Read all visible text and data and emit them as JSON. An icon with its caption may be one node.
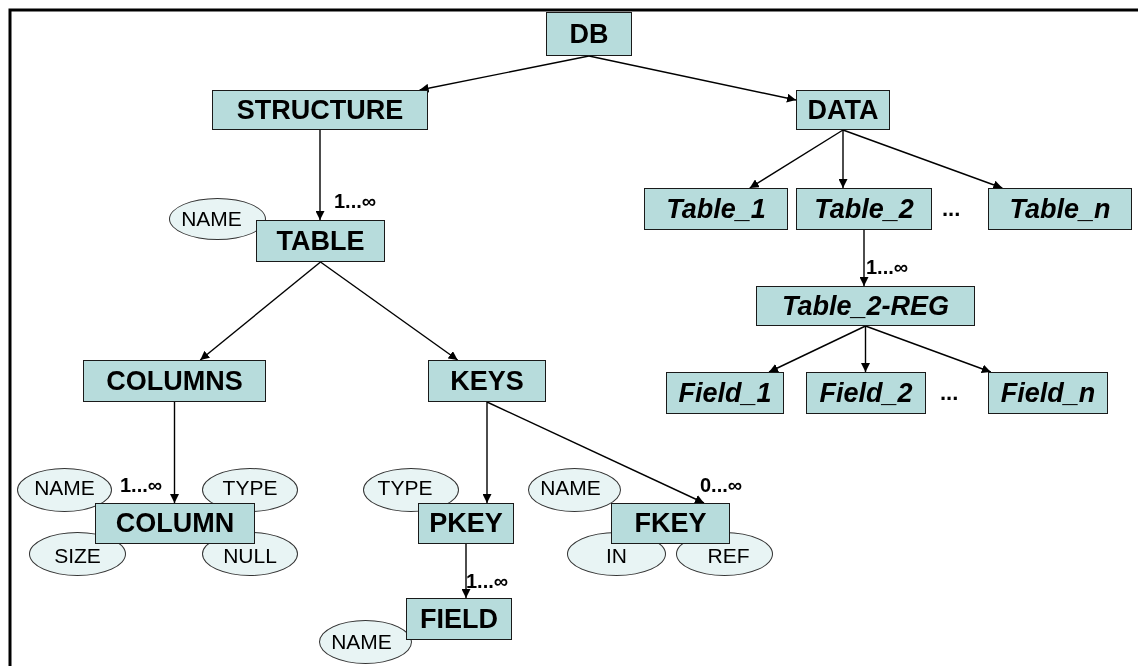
{
  "diagram": {
    "nodes": [
      {
        "text": [
          "DB"
        ]
      },
      {
        "text": [
          "STRUCTURE"
        ]
      },
      {
        "text": [
          "DATA"
        ]
      },
      {
        "text": [
          "NAME"
        ]
      },
      {
        "text": [
          "TABLE"
        ],
        "beside": [
          "1...∞"
        ]
      },
      {
        "text": [
          "Table_1"
        ]
      },
      {
        "text": [
          "Table_2"
        ]
      },
      {
        "text": [
          "Table_n"
        ]
      },
      {
        "text": [
          "Table_2-REG"
        ],
        "beside": [
          "1...∞"
        ]
      },
      {
        "text": [
          "COLUMNS"
        ]
      },
      {
        "text": [
          "KEYS"
        ]
      },
      {
        "text": [
          "Field_1"
        ]
      },
      {
        "text": [
          "Field_2"
        ]
      },
      {
        "text": [
          "Field_n"
        ]
      },
      {
        "text": [
          "NAME"
        ]
      },
      {
        "text": [
          "TYPE"
        ]
      },
      {
        "text": [
          "COLUMN"
        ],
        "beside": [
          "1...∞"
        ]
      },
      {
        "text": [
          "SIZE"
        ]
      },
      {
        "text": [
          "NULL"
        ]
      },
      {
        "text": [
          "TYPE"
        ]
      },
      {
        "text": [
          "PKEY"
        ]
      },
      {
        "text": [
          "NAME"
        ]
      },
      {
        "text": [
          "FKEY"
        ],
        "beside": [
          "0...∞"
        ]
      },
      {
        "text": [
          "IN"
        ]
      },
      {
        "text": [
          "REF"
        ]
      },
      {
        "text": [
          "FIELD"
        ],
        "beside": [
          "1...∞"
        ]
      },
      {
        "text": [
          "NAME"
        ]
      }
    ],
    "edges": [
      {
        "from": 0,
        "to": 1,
        "arrow": "to"
      },
      {
        "from": 0,
        "to": 2,
        "arrow": "to"
      },
      {
        "from": 1,
        "to": 4,
        "arrow": "to"
      },
      {
        "from": 2,
        "to": 5,
        "arrow": "to"
      },
      {
        "from": 2,
        "to": 6,
        "arrow": "to"
      },
      {
        "from": 2,
        "to": 7,
        "arrow": "to"
      },
      {
        "from": 6,
        "to": 8,
        "arrow": "to"
      },
      {
        "from": 4,
        "to": 9,
        "arrow": "to"
      },
      {
        "from": 4,
        "to": 10,
        "arrow": "to"
      },
      {
        "from": 8,
        "to": 11,
        "arrow": "to"
      },
      {
        "from": 8,
        "to": 12,
        "arrow": "to"
      },
      {
        "from": 8,
        "to": 13,
        "arrow": "to"
      },
      {
        "from": 9,
        "to": 16,
        "arrow": "to"
      },
      {
        "from": 10,
        "to": 20,
        "arrow": "to"
      },
      {
        "from": 10,
        "to": 22,
        "arrow": "to"
      },
      {
        "from": 20,
        "to": 25,
        "arrow": "to"
      }
    ],
    "labels": [
      "...",
      "..."
    ]
  }
}
